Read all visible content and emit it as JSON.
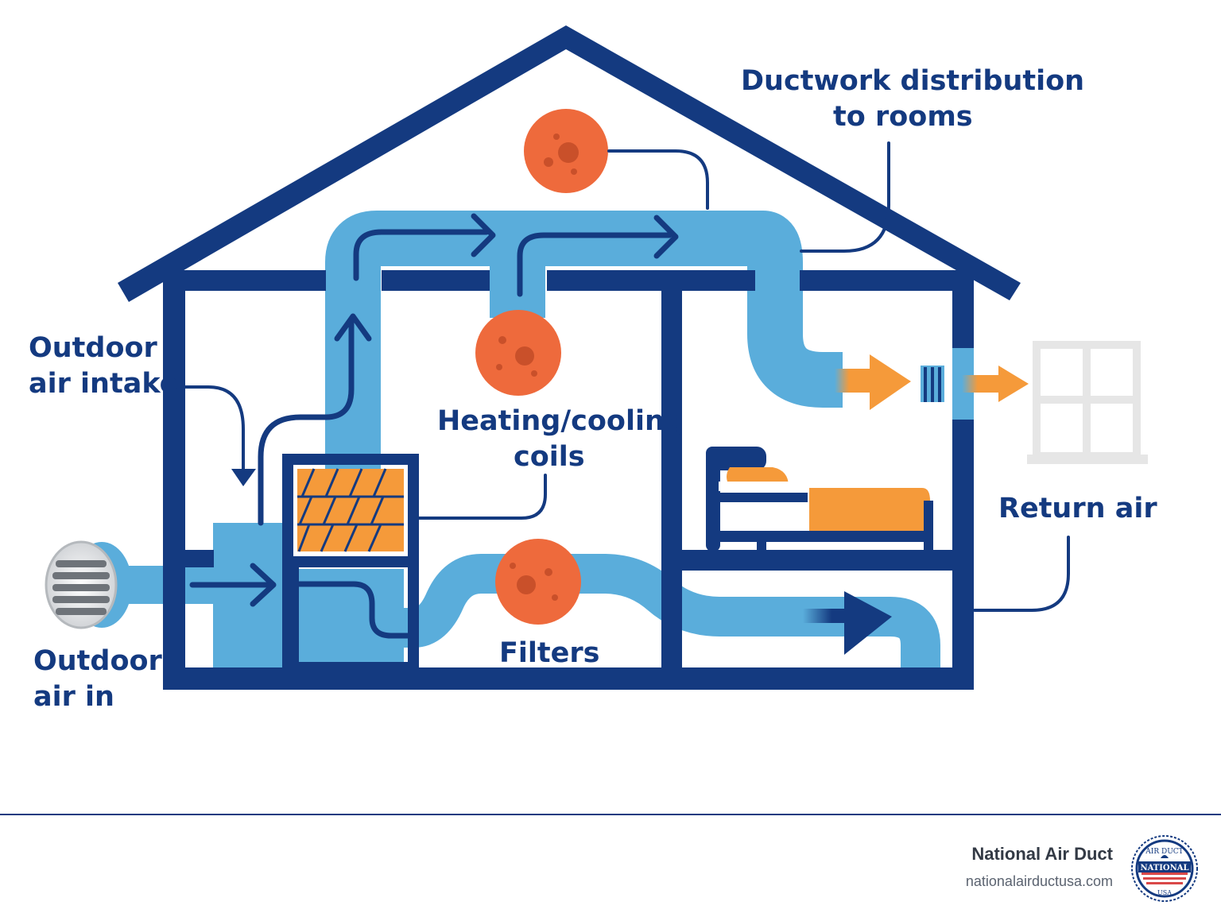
{
  "labels": {
    "ductwork_line1": "Ductwork distribution",
    "ductwork_line2": "to rooms",
    "intake_line1": "Outdoor",
    "intake_line2": "air intake",
    "coils_line1": "Heating/cooling",
    "coils_line2": "coils",
    "return_air": "Return air",
    "outdoor_in_line1": "Outdoor",
    "outdoor_in_line2": "air in",
    "filters": "Filters"
  },
  "footer": {
    "brand": "National Air Duct",
    "url": "nationalairductusa.com",
    "seal_text_top": "AIR DUCT",
    "seal_text_mid": "NATIONAL",
    "seal_text_bottom": "USA"
  },
  "colors": {
    "navy": "#143a80",
    "duct_blue": "#5aaddb",
    "orange": "#f59a3a",
    "red_orange": "#ee6a3c",
    "window_gray": "#e6e6e6"
  },
  "icons": [
    "house-outline",
    "duct-path",
    "particle-icon",
    "coil-grid-icon",
    "vent-icon",
    "window-icon",
    "bed-icon",
    "arrow-icon",
    "seal-logo"
  ]
}
